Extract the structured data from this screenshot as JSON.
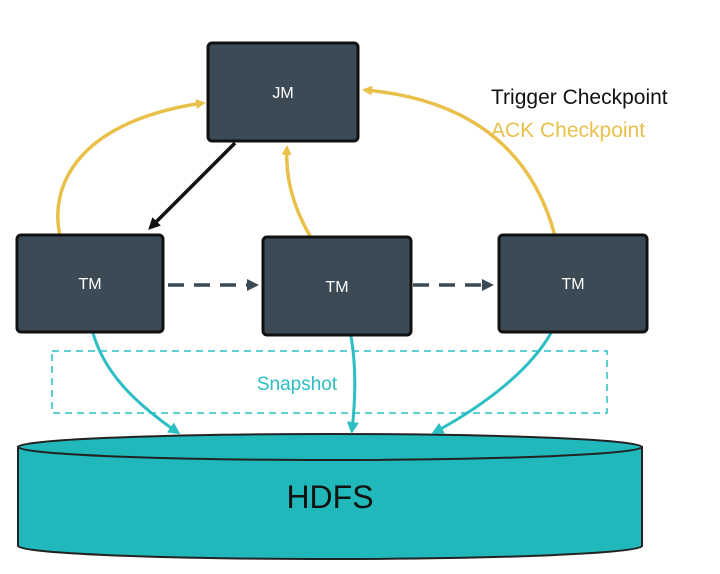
{
  "nodes": {
    "jm": {
      "label": "JM"
    },
    "tm1": {
      "label": "TM"
    },
    "tm2": {
      "label": "TM"
    },
    "tm3": {
      "label": "TM"
    }
  },
  "legend": {
    "trigger": "Trigger Checkpoint",
    "ack": "ACK Checkpoint"
  },
  "snapshot": {
    "label": "Snapshot"
  },
  "storage": {
    "label": "HDFS"
  },
  "colors": {
    "node_fill": "#3c4a55",
    "node_border": "#111111",
    "node_text": "#ffffff",
    "trigger": "#111111",
    "ack": "#e8c04a",
    "snapshot": "#2bbec3",
    "storage_fill": "#20b8ba",
    "storage_border": "#222222",
    "dashed_flow": "#3c4a55"
  }
}
